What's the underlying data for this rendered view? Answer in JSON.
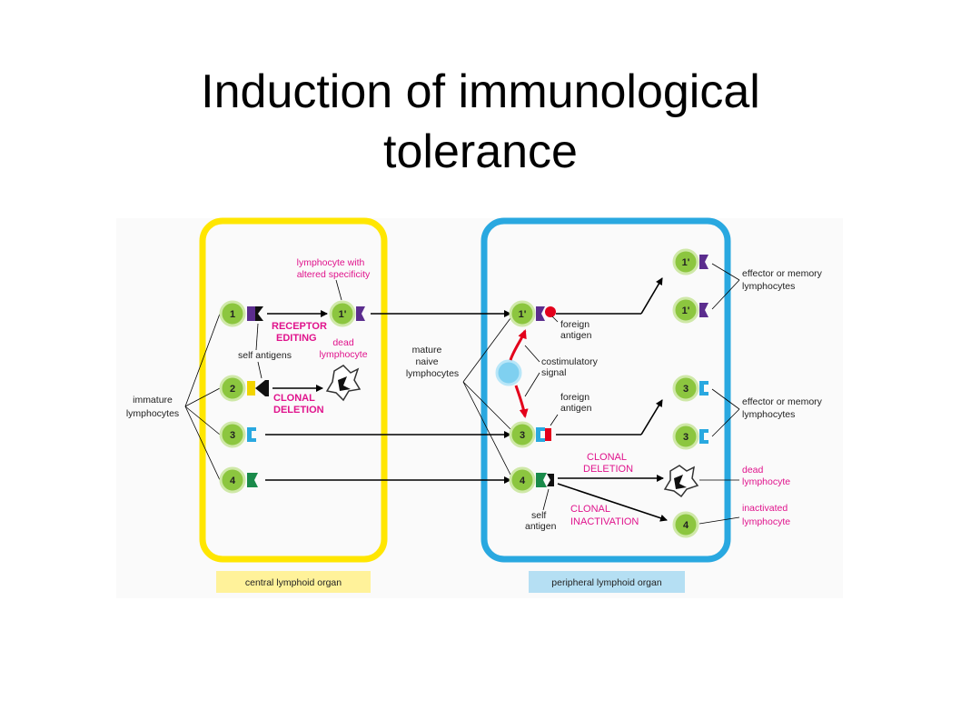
{
  "title": {
    "line1": "Induction of immunological",
    "line2": "tolerance"
  },
  "cells": {
    "c1": "1",
    "c2": "2",
    "c3": "3",
    "c4": "4",
    "c1p": "1'",
    "p1p": "1'",
    "p3": "3",
    "p4": "4",
    "r1a": "1'",
    "r1b": "1'",
    "r3a": "3",
    "r3b": "3",
    "r4": "4"
  },
  "labels": {
    "immature_1": "immature",
    "immature_2": "lymphocytes",
    "altered_1": "lymphocyte with",
    "altered_2": "altered specificity",
    "receptor_1": "RECEPTOR",
    "receptor_2": "EDITING",
    "self_antigens": "self antigens",
    "dead_1": "dead",
    "dead_2": "lymphocyte",
    "clonal_del_1": "CLONAL",
    "clonal_del_2": "DELETION",
    "mature_1": "mature",
    "mature_2": "naive",
    "mature_3": "lymphocytes",
    "foreign1_1": "foreign",
    "foreign1_2": "antigen",
    "costim_1": "costimulatory",
    "costim_2": "signal",
    "foreign2_1": "foreign",
    "foreign2_2": "antigen",
    "self_antigen_1": "self",
    "self_antigen_2": "antigen",
    "p_clonal_del_1": "CLONAL",
    "p_clonal_del_2": "DELETION",
    "p_clonal_inact_1": "CLONAL",
    "p_clonal_inact_2": "INACTIVATION",
    "effector1_1": "effector or memory",
    "effector1_2": "lymphocytes",
    "effector2_1": "effector or memory",
    "effector2_2": "lymphocytes",
    "r_dead_1": "dead",
    "r_dead_2": "lymphocyte",
    "inact_1": "inactivated",
    "inact_2": "lymphocyte",
    "central": "central lymphoid organ",
    "peripheral": "peripheral lymphoid organ"
  },
  "colors": {
    "central_box": "#ffe600",
    "peripheral_box": "#29a8e0",
    "cell_fill": "#8cc63f",
    "magenta_text": "#e0138c",
    "receptor_purple": "#5b2d8e",
    "receptor_blue": "#29a8e0",
    "receptor_green": "#1a8a4a",
    "antigen_red": "#e3001b"
  }
}
